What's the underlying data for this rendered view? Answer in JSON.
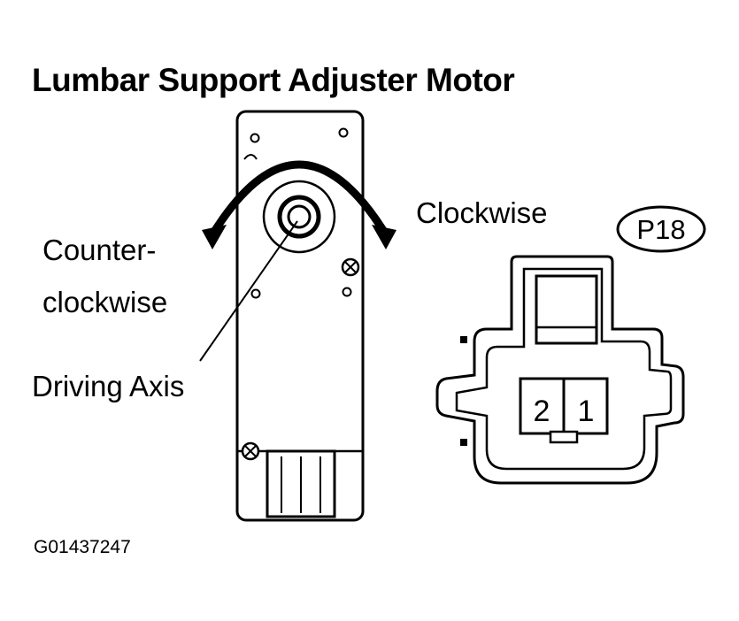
{
  "title": "Lumbar Support Adjuster Motor",
  "labels": {
    "clockwise": "Clockwise",
    "counter_line1": "Counter-",
    "counter_line2": "clockwise",
    "driving_axis": "Driving Axis"
  },
  "connector": {
    "id": "P18",
    "pins": [
      "2",
      "1"
    ]
  },
  "figure_id": "G01437247"
}
